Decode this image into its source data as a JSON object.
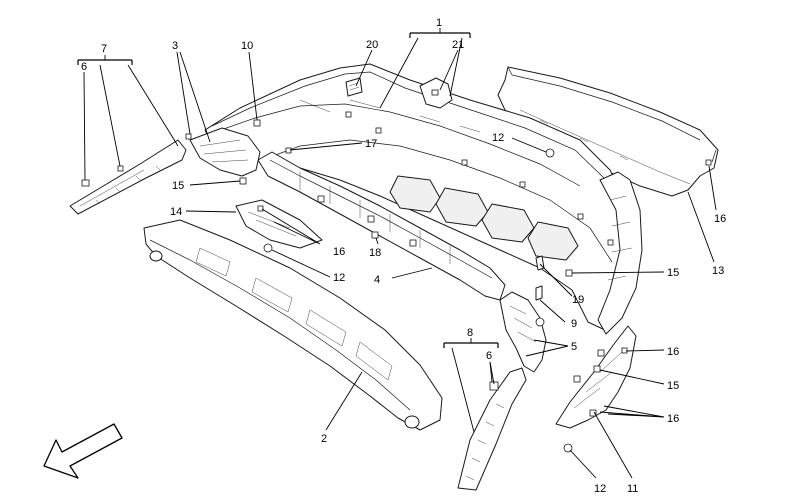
{
  "diagram": {
    "callouts": [
      {
        "id": "c1",
        "label": "1"
      },
      {
        "id": "c2",
        "label": "2"
      },
      {
        "id": "c3",
        "label": "3"
      },
      {
        "id": "c4",
        "label": "4"
      },
      {
        "id": "c5",
        "label": "5"
      },
      {
        "id": "c6a",
        "label": "6"
      },
      {
        "id": "c6b",
        "label": "6"
      },
      {
        "id": "c7",
        "label": "7"
      },
      {
        "id": "c8",
        "label": "8"
      },
      {
        "id": "c9",
        "label": "9"
      },
      {
        "id": "c10",
        "label": "10"
      },
      {
        "id": "c11",
        "label": "11"
      },
      {
        "id": "c12a",
        "label": "12"
      },
      {
        "id": "c12b",
        "label": "12"
      },
      {
        "id": "c12c",
        "label": "12"
      },
      {
        "id": "c13",
        "label": "13"
      },
      {
        "id": "c14",
        "label": "14"
      },
      {
        "id": "c15a",
        "label": "15"
      },
      {
        "id": "c15b",
        "label": "15"
      },
      {
        "id": "c15c",
        "label": "15"
      },
      {
        "id": "c16a",
        "label": "16"
      },
      {
        "id": "c16b",
        "label": "16"
      },
      {
        "id": "c16c",
        "label": "16"
      },
      {
        "id": "c16d",
        "label": "16"
      },
      {
        "id": "c17",
        "label": "17"
      },
      {
        "id": "c18",
        "label": "18"
      },
      {
        "id": "c19",
        "label": "19"
      },
      {
        "id": "c20",
        "label": "20"
      },
      {
        "id": "c21",
        "label": "21"
      }
    ],
    "direction_icon": "front-direction-arrow-icon",
    "colors": {
      "line": "#1a1a1a",
      "background": "#ffffff"
    }
  }
}
